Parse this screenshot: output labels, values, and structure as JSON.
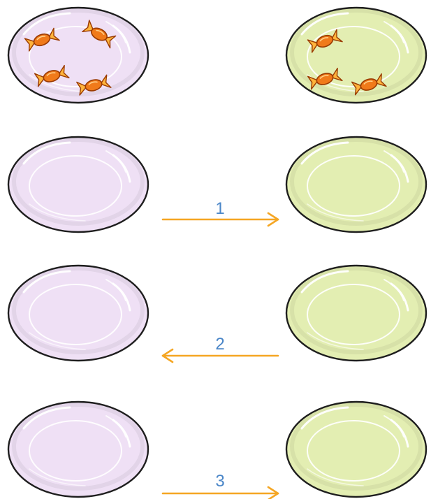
{
  "colors": {
    "left_plate": "#efe0f5",
    "right_plate": "#e3eeb2",
    "plate_outline": "#1e1e1e",
    "arrow": "#f5a623",
    "label": "#4a86c8",
    "candy_body": "#f07a1a",
    "candy_wrap": "#ffb43c",
    "candy_outline": "#9a3a00"
  },
  "rows": [
    {
      "left_candies": 4,
      "right_candies": 3,
      "arrow": null
    },
    {
      "left_candies": 0,
      "right_candies": 0,
      "arrow": {
        "direction": "right",
        "label": "1"
      }
    },
    {
      "left_candies": 0,
      "right_candies": 0,
      "arrow": {
        "direction": "left",
        "label": "2"
      }
    },
    {
      "left_candies": 0,
      "right_candies": 0,
      "arrow": {
        "direction": "right",
        "label": "3"
      }
    }
  ]
}
